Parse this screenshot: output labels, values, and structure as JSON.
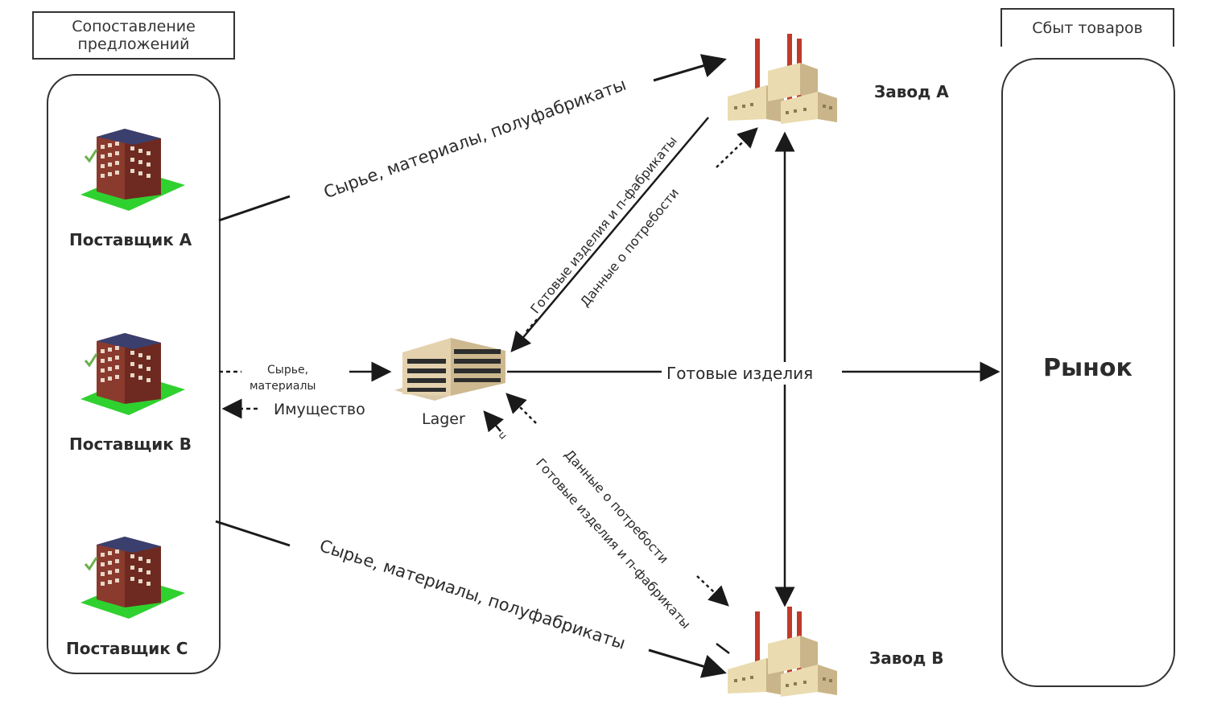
{
  "headers": {
    "comparison_line1": "Сопоставление",
    "comparison_line2": "предложений",
    "sales": "Сбыт товаров"
  },
  "suppliers": [
    {
      "label": "Поставщик А"
    },
    {
      "label": "Поставщик В"
    },
    {
      "label": "Поставщик С"
    }
  ],
  "plants": {
    "a": "Завод А",
    "b": "Завод В"
  },
  "warehouse": "Lager",
  "market": "Рынок",
  "flows": {
    "supplier_a_to_plant_a": "Сырье, материалы, полуфабрикаты",
    "supplier_c_to_plant_b": "Сырье, материалы, полуфабрикаты",
    "supplier_b_to_lager_line1": "Сырье,",
    "supplier_b_to_lager_line2": "материалы",
    "lager_to_supplier_b": "Имущество",
    "plant_a_to_lager": "Готовые изделия и п-фабрикаты",
    "lager_to_plant_a": "Данные о потребости",
    "lager_to_plant_b": "Данные о потребости",
    "plant_b_to_lager": "Готовые изделия и п-фабрикаты",
    "lager_to_market": "Готовые изделия",
    "plant_b_stray": "u"
  },
  "colors": {
    "building_brick": "#8b3a2e",
    "building_roof": "#3a3f6e",
    "grass": "#2fd12f",
    "factory_wall": "#eadbb0",
    "factory_chimney": "#c0392b",
    "line": "#1a1a1a"
  }
}
